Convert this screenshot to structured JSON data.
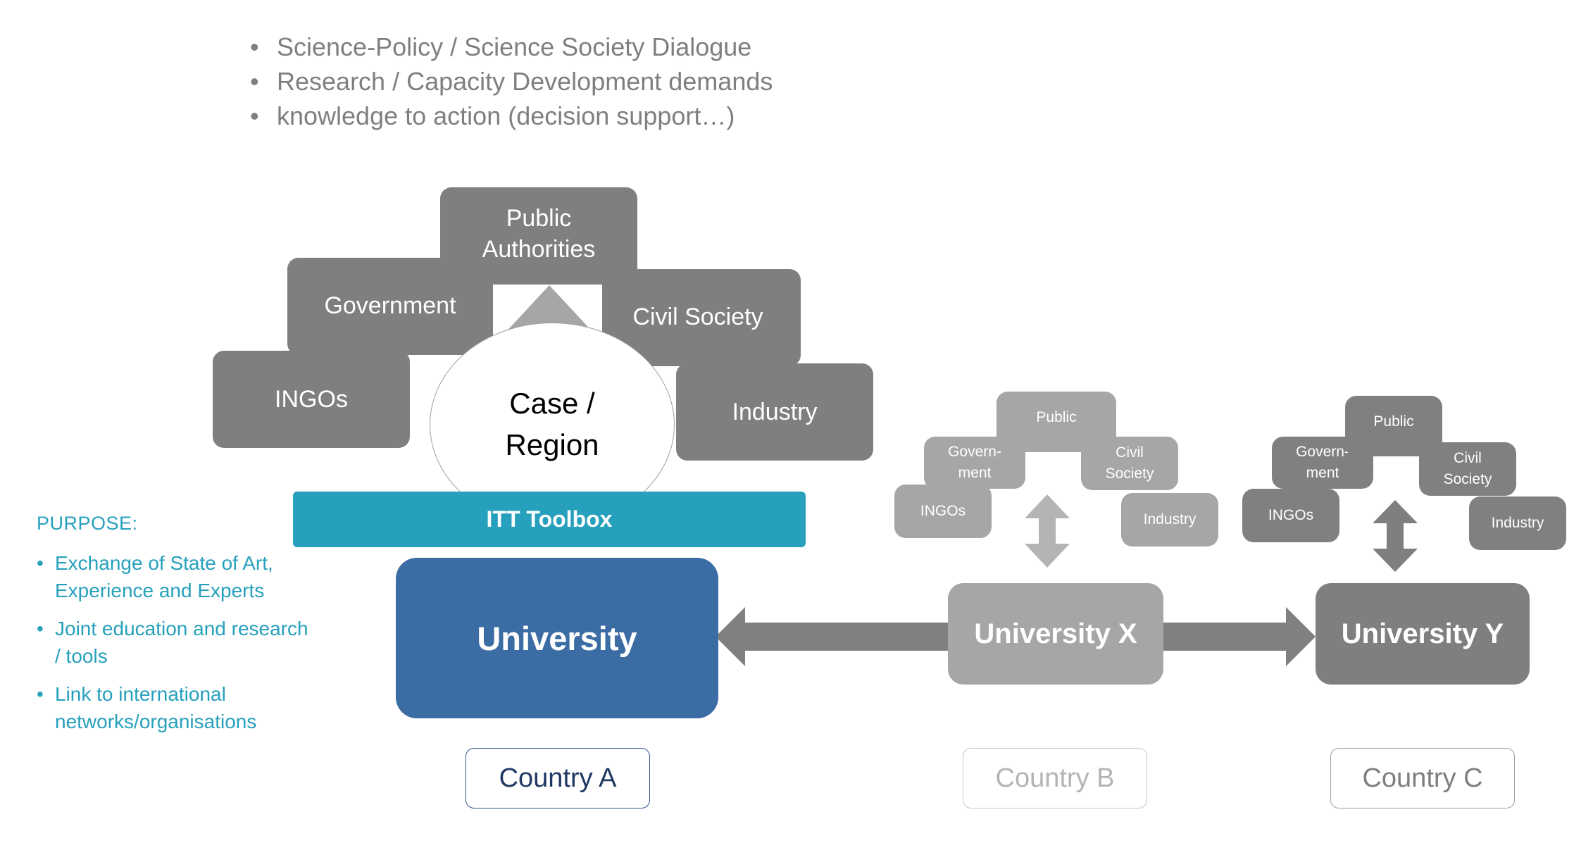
{
  "top_bullets": [
    "Science-Policy / Science Society Dialogue",
    "Research / Capacity Development demands",
    "knowledge to action (decision support…)"
  ],
  "main_cluster": {
    "public_authorities": "Public Authorities",
    "government": "Government",
    "civil_society": "Civil Society",
    "ingos": "INGOs",
    "industry": "Industry",
    "case_region": "Case / Region",
    "toolbox": "ITT Toolbox"
  },
  "cluster_b": {
    "public": "Public",
    "government": "Govern-ment",
    "civil_society": "Civil Society",
    "ingos": "INGOs",
    "industry": "Industry"
  },
  "cluster_c": {
    "public": "Public",
    "government": "Govern-ment",
    "civil_society": "Civil Society",
    "ingos": "INGOs",
    "industry": "Industry"
  },
  "universities": {
    "a": "University",
    "x": "University X",
    "y": "University Y"
  },
  "purpose": {
    "title": "PURPOSE:",
    "items": [
      "Exchange of State of Art, Experience and Experts",
      "Joint education and research / tools",
      "Link to international networks/organisations"
    ]
  },
  "countries": {
    "a": "Country A",
    "b": "Country B",
    "c": "Country C"
  },
  "colors": {
    "dark_box": "#7f7f7f",
    "light_box": "#a6a6a6",
    "teal": "#26a0bc",
    "university_blue": "#3c6ca4",
    "country_a_text": "#1f3864"
  }
}
